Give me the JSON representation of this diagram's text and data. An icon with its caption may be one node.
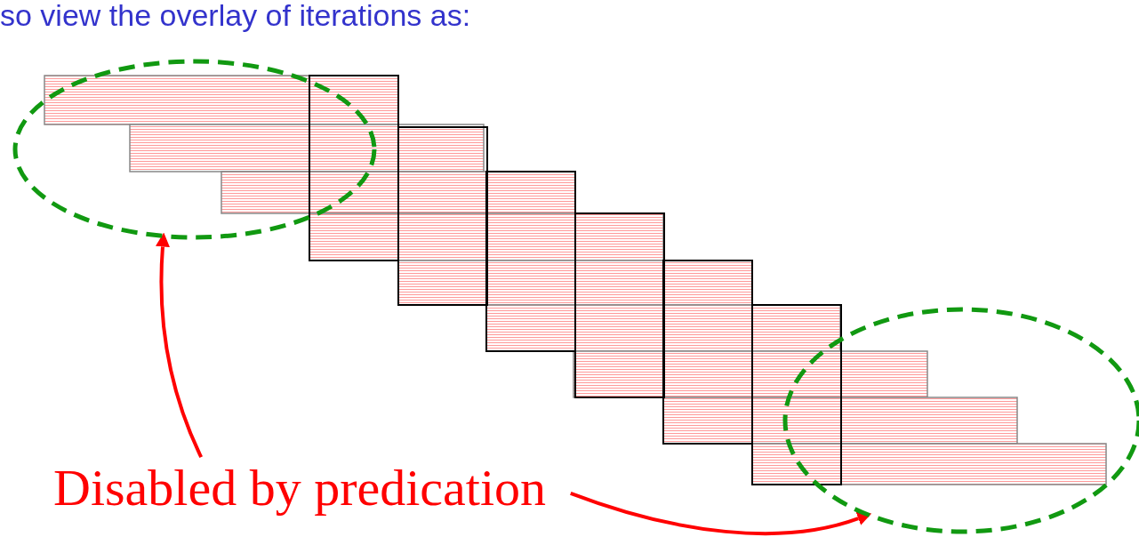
{
  "diagram": {
    "title": "so view the overlay of iterations as:",
    "nodes": [
      {
        "text": [],
        "shape": "circle"
      },
      {
        "text": [],
        "shape": "circle"
      },
      {
        "text": [
          "Disabled by predication"
        ]
      }
    ],
    "edges": [
      {
        "from": 2,
        "to": 0,
        "arrow": "to"
      },
      {
        "from": 2,
        "to": 1,
        "arrow": "to"
      }
    ]
  }
}
